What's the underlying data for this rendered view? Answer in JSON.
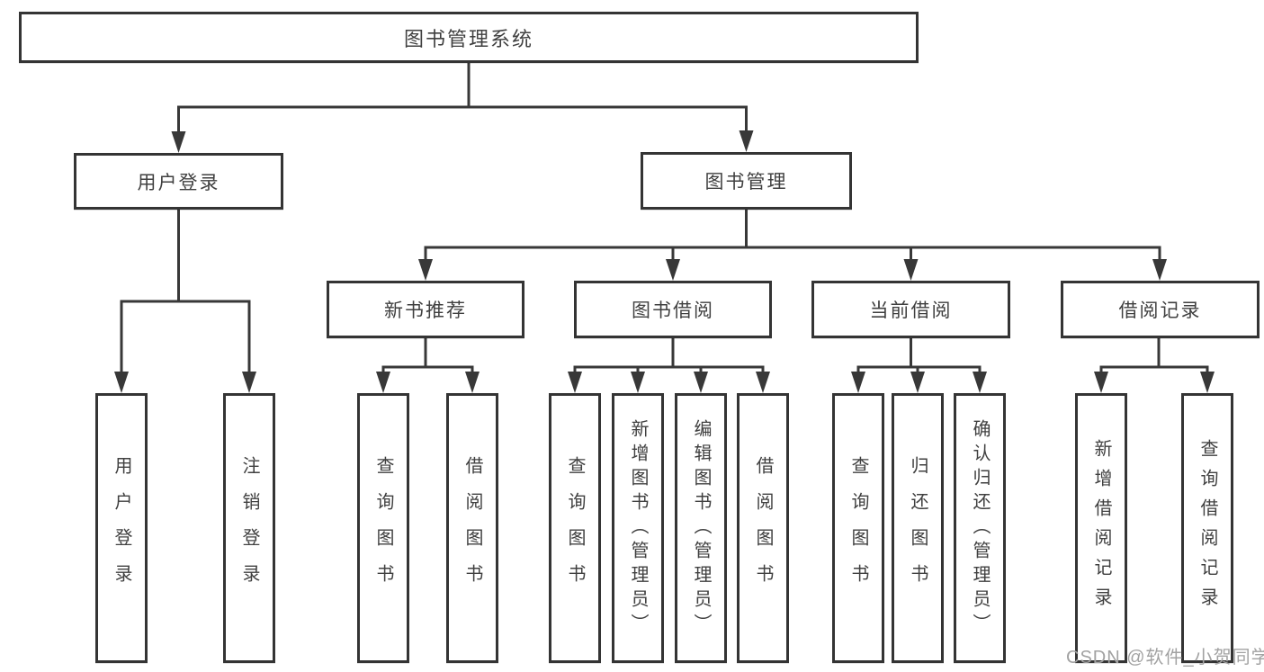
{
  "tree": {
    "root": {
      "label": "图书管理系统"
    },
    "user_login": {
      "label": "用户登录",
      "children": [
        {
          "label": "用户登录"
        },
        {
          "label": "注销登录"
        }
      ]
    },
    "book_management": {
      "label": "图书管理",
      "sections": [
        {
          "label": "新书推荐",
          "children": [
            {
              "label": "查询图书"
            },
            {
              "label": "借阅图书"
            }
          ]
        },
        {
          "label": "图书借阅",
          "children": [
            {
              "label": "查询图书"
            },
            {
              "label": "新增图书（管理员）"
            },
            {
              "label": "编辑图书（管理员）"
            },
            {
              "label": "借阅图书"
            }
          ]
        },
        {
          "label": "当前借阅",
          "children": [
            {
              "label": "查询图书"
            },
            {
              "label": "归还图书"
            },
            {
              "label": "确认归还（管理员）"
            }
          ]
        },
        {
          "label": "借阅记录",
          "children": [
            {
              "label": "新增借阅记录"
            },
            {
              "label": "查询借阅记录"
            }
          ]
        }
      ]
    }
  },
  "watermark": {
    "text": "CSDN @软件_小贺同学"
  },
  "colors": {
    "line": "#383838",
    "box_border": "#343434",
    "text": "#404040",
    "background": "#ffffff",
    "watermark": "#a2a2a2"
  }
}
